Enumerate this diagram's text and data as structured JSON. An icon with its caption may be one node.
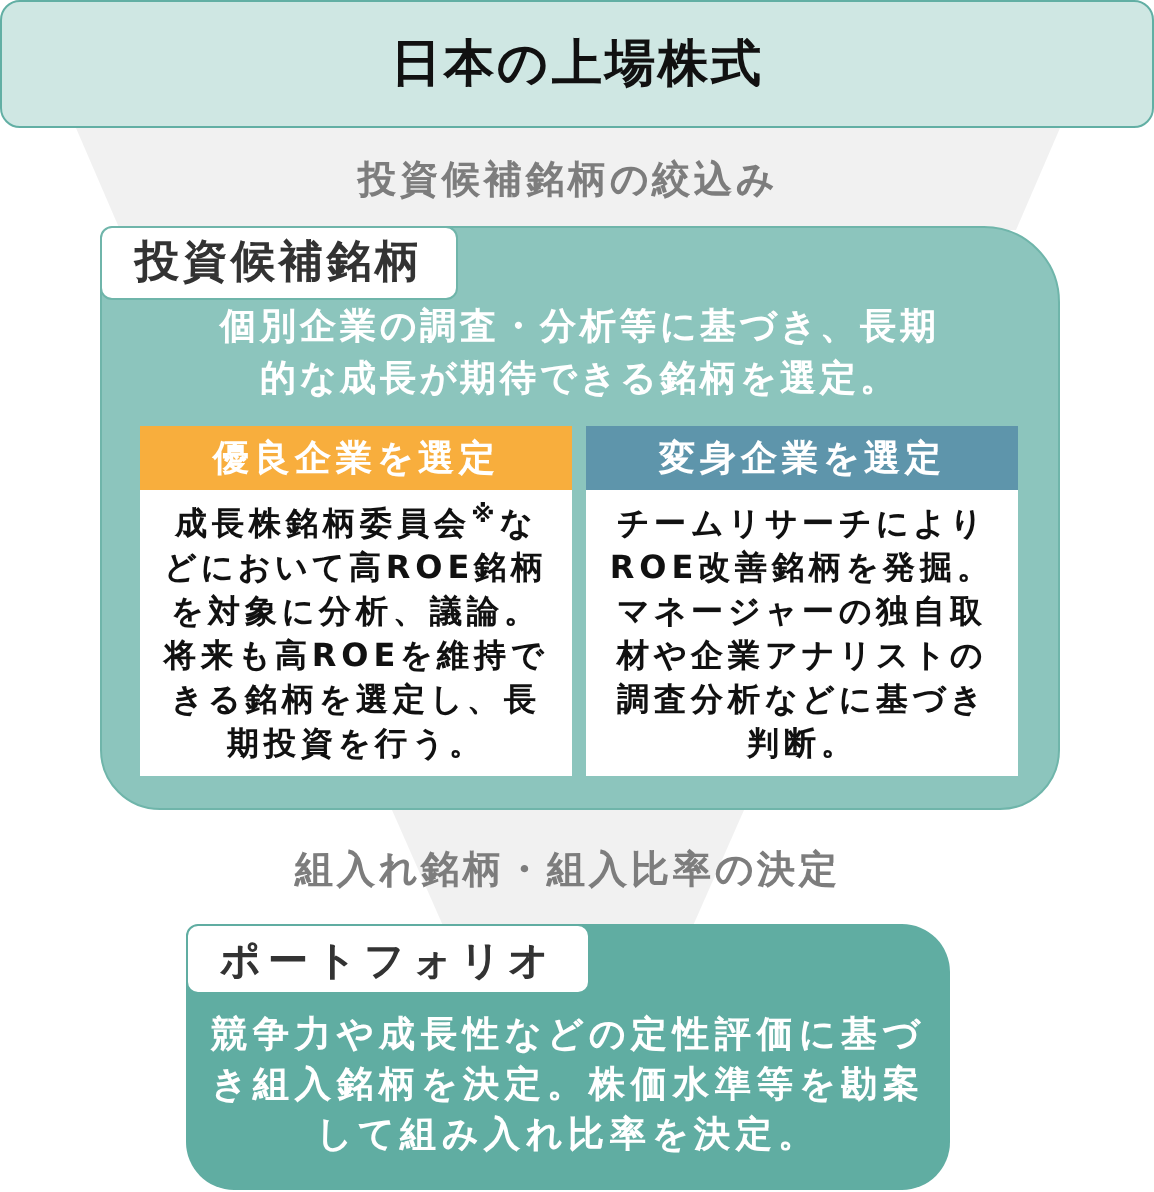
{
  "diagram": {
    "nodes": [
      {
        "text": [
          "日本の上場株式"
        ]
      },
      {
        "text": [
          "投資候補銘柄",
          "個別企業の調査・分析等に基づき、長期的な成長が期待できる銘柄を選定。"
        ]
      },
      {
        "text": [
          "優良企業を選定",
          "成長株銘柄委員会$^{※}$などにおいて高ROE銘柄を対象に分析、議論。将来も高ROEを維持できる銘柄を選定し、長期投資を行う。"
        ],
        "in": 1
      },
      {
        "text": [
          "変身企業を選定",
          "チームリサーチによりROE改善銘柄を発掘。マネージャーの独自取材や企業アナリストの調査分析などに基づき判断。"
        ],
        "in": 1
      },
      {
        "text": [
          "ポートフォリオ",
          "競争力や成長性などの定性評価に基づき組入銘柄を決定。株価水準等を勘案して組み入れ比率を決定。"
        ]
      }
    ],
    "edges": [
      {
        "from": 0,
        "to": 1,
        "arrow": "none",
        "label": "投資候補銘柄の絞込み"
      },
      {
        "from": 1,
        "to": 4,
        "arrow": "none",
        "label": "組入れ銘柄・組入比率の決定"
      }
    ]
  }
}
